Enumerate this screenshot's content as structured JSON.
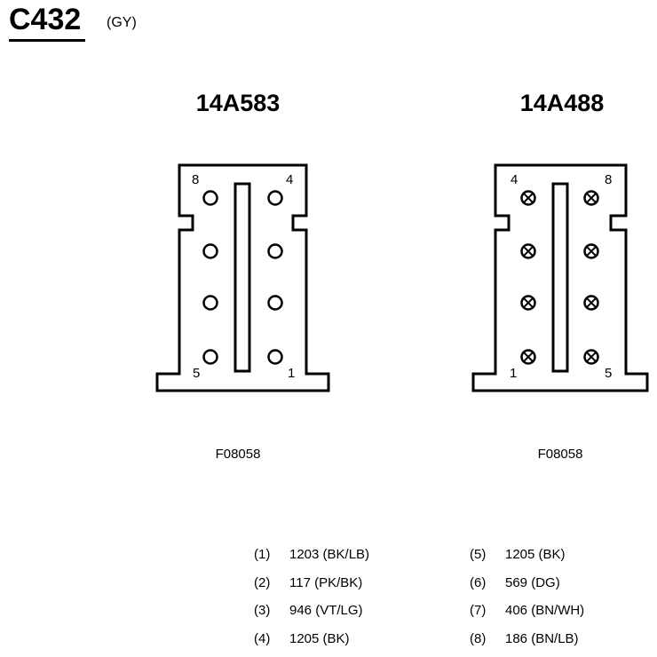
{
  "header": {
    "connector_id": "C432",
    "color_code": "(GY)"
  },
  "connectors": [
    {
      "name": "14A583",
      "reference": "F08058",
      "pin_style": "open-circle",
      "corner_labels": {
        "top_left": "8",
        "top_right": "4",
        "bottom_left": "5",
        "bottom_right": "1"
      }
    },
    {
      "name": "14A488",
      "reference": "F08058",
      "pin_style": "crossed-circle",
      "corner_labels": {
        "top_left": "4",
        "top_right": "8",
        "bottom_left": "1",
        "bottom_right": "5"
      }
    }
  ],
  "pinout": [
    {
      "pin": "(1)",
      "circuit": "1203 (BK/LB)"
    },
    {
      "pin": "(2)",
      "circuit": "117 (PK/BK)"
    },
    {
      "pin": "(3)",
      "circuit": "946 (VT/LG)"
    },
    {
      "pin": "(4)",
      "circuit": "1205 (BK)"
    },
    {
      "pin": "(5)",
      "circuit": "1205 (BK)"
    },
    {
      "pin": "(6)",
      "circuit": "569 (DG)"
    },
    {
      "pin": "(7)",
      "circuit": "406 (BN/WH)"
    },
    {
      "pin": "(8)",
      "circuit": "186 (BN/LB)"
    }
  ]
}
